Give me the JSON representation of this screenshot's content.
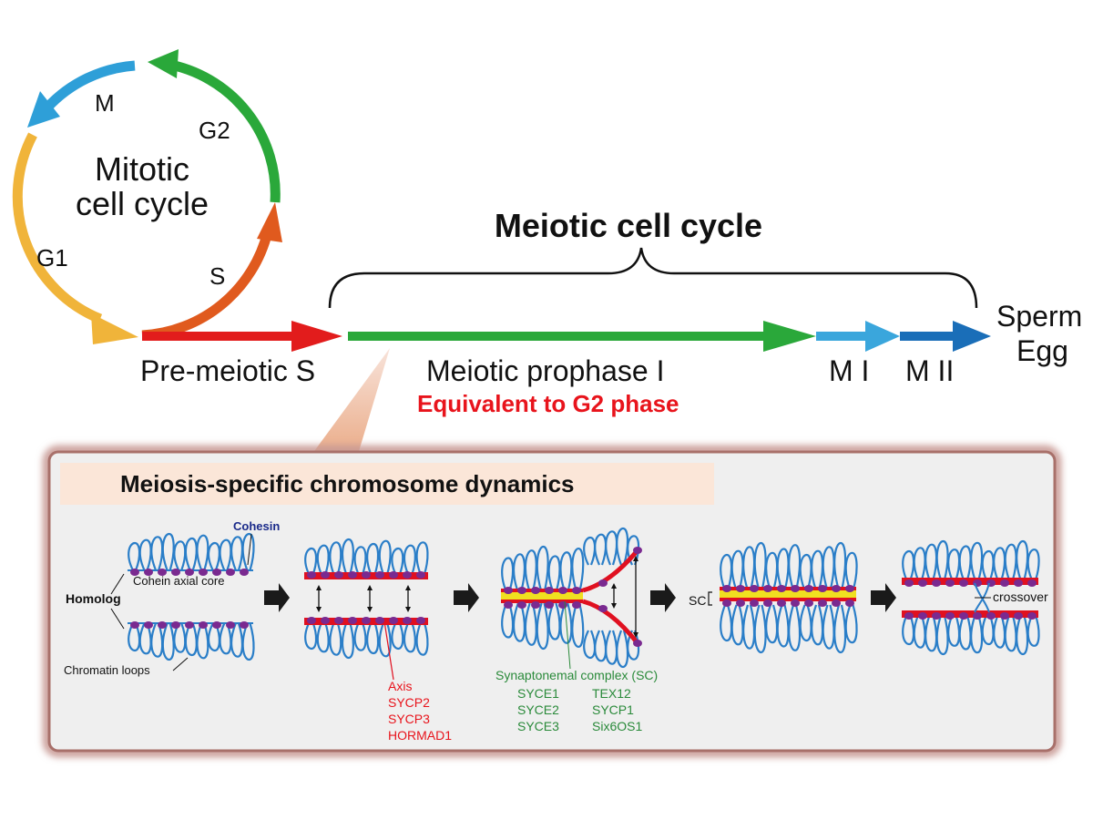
{
  "mitotic": {
    "title_line1": "Mitotic",
    "title_line2": "cell cycle",
    "phases": {
      "m": "M",
      "g2": "G2",
      "g1": "G1",
      "s": "S"
    }
  },
  "meiotic": {
    "title": "Meiotic cell cycle",
    "pre_meiotic_s": "Pre-meiotic S",
    "prophase": "Meiotic prophase I",
    "equivalent": "Equivalent to G2 phase",
    "m1": "M I",
    "m2": "M II",
    "sperm": "Sperm",
    "egg": "Egg"
  },
  "dynamics": {
    "title": "Meiosis-specific chromosome dynamics",
    "cohesin": "Cohesin",
    "cohesin_axial_core": "Cohein axial core",
    "homolog": "Homolog",
    "chromatin_loops": "Chromatin loops",
    "axis_proteins": [
      "Axis",
      "SYCP2",
      "SYCP3",
      "HORMAD1"
    ],
    "sc_label": "Synaptonemal complex (SC)",
    "sc_proteins_left": [
      "SYCE1",
      "SYCE2",
      "SYCE3"
    ],
    "sc_proteins_right": [
      "TEX12",
      "SYCP1",
      "Six6OS1"
    ],
    "sc_short": "SC",
    "crossover": "crossover"
  },
  "colors": {
    "m": "#2e9fd8",
    "g2": "#2aa83a",
    "g1": "#f0b43a",
    "s": "#e05a1e",
    "pre_s": "#e21c1c",
    "prophase": "#2aa83a",
    "m1": "#3aa6dc",
    "m2": "#1a6eb8",
    "red_text": "#e8141c",
    "green_text": "#2a8a3a",
    "navy_text": "#1a2a8a",
    "loop": "#2a7ec8",
    "cohesin": "#7a2a90",
    "axis": "#e01020",
    "sc_yellow": "#f0e020",
    "panel_bg": "#efefef",
    "panel_border": "#b88480",
    "title_bar": "#fbe6d8"
  }
}
